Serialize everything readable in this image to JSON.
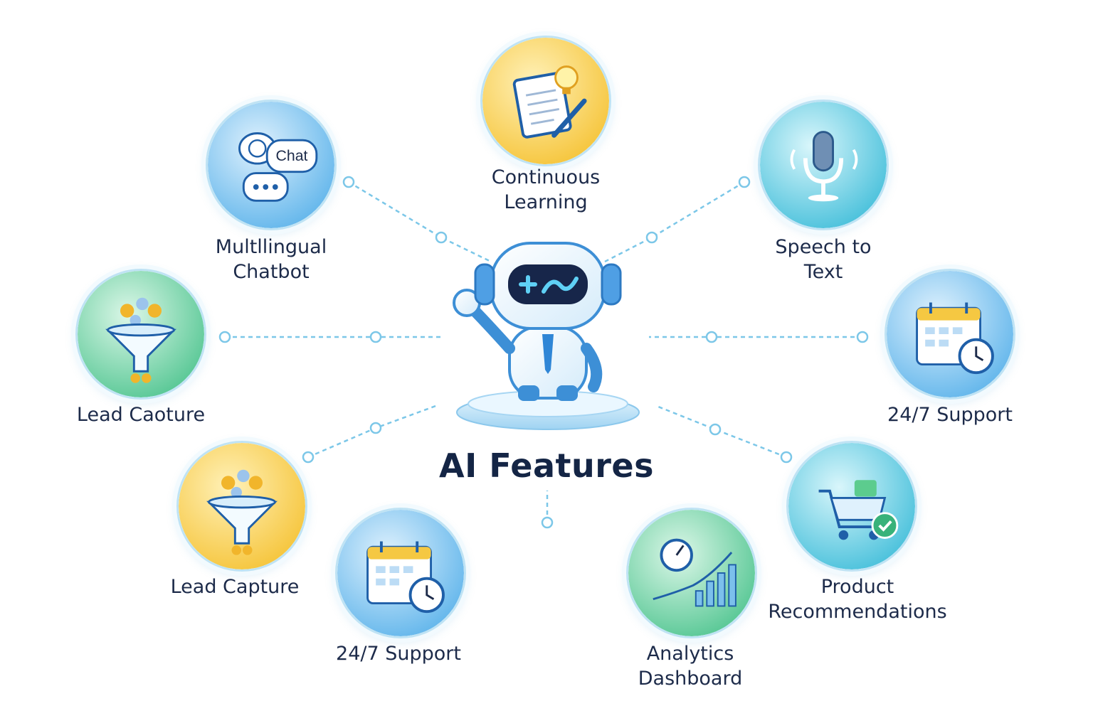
{
  "title": "AI Features",
  "colors": {
    "connector": "#7cc7e8",
    "text": "#1d2b4a",
    "yellow_badge": "#f7c83c",
    "blue_badge": "#5ab4ec",
    "teal_badge": "#4cc6e0",
    "green_badge": "#5ccc9a"
  },
  "features": [
    {
      "id": "continuous-learning",
      "label": "Continuous\nLearning",
      "icon": "notebook-lightbulb-icon",
      "theme": "yellow"
    },
    {
      "id": "multilingual-chatbot",
      "label": "Multllingual\nChatbot",
      "icon": "chat-bubbles-icon",
      "theme": "blue",
      "bubble_text": "Chat"
    },
    {
      "id": "speech-to-text",
      "label": "Speech to\nText",
      "icon": "microphone-icon",
      "theme": "teal"
    },
    {
      "id": "lead-caoture",
      "label": "Lead Caoture",
      "icon": "funnel-icon",
      "theme": "green"
    },
    {
      "id": "support-right",
      "label": "24/7 Support",
      "icon": "calendar-clock-icon",
      "theme": "blue"
    },
    {
      "id": "lead-capture",
      "label": "Lead Capture",
      "icon": "funnel-icon",
      "theme": "yellow"
    },
    {
      "id": "support-bottom",
      "label": "24/7 Support",
      "icon": "calendar-clock-icon",
      "theme": "blue"
    },
    {
      "id": "analytics-dashboard",
      "label": "Analytics\nDashboard",
      "icon": "chart-gauge-icon",
      "theme": "green"
    },
    {
      "id": "product-recommendations",
      "label": "Product\nRecommendations",
      "icon": "shopping-cart-icon",
      "theme": "teal"
    }
  ]
}
